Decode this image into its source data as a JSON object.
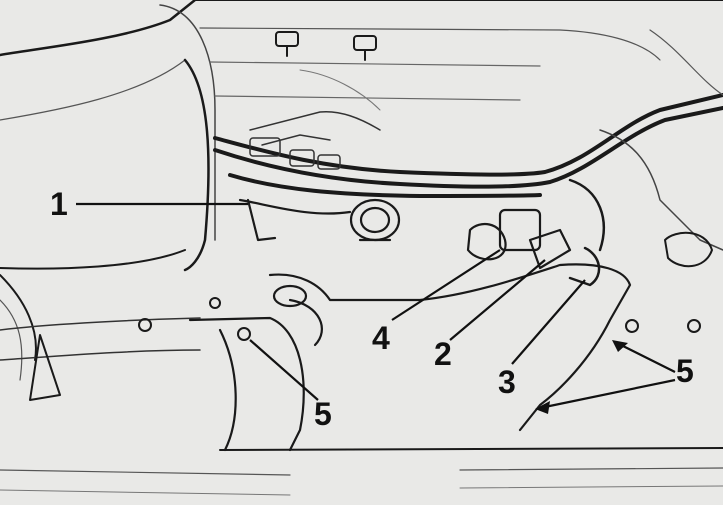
{
  "diagram": {
    "callouts": [
      {
        "id": "c1",
        "label": "1"
      },
      {
        "id": "c4",
        "label": "4"
      },
      {
        "id": "c2",
        "label": "2"
      },
      {
        "id": "c3",
        "label": "3"
      },
      {
        "id": "c5a",
        "label": "5"
      },
      {
        "id": "c5b",
        "label": "5"
      }
    ]
  }
}
